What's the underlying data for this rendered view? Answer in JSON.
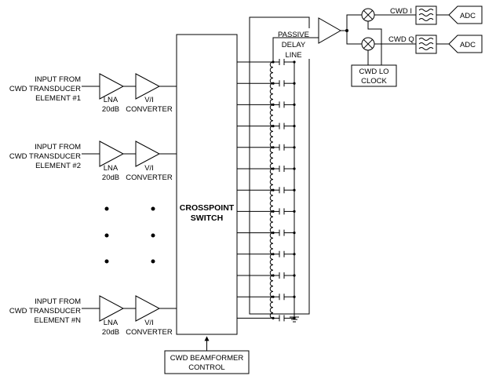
{
  "inputs": [
    {
      "line1": "INPUT FROM",
      "line2": "CWD TRANSDUCER",
      "line3": "ELEMENT #1"
    },
    {
      "line1": "INPUT FROM",
      "line2": "CWD TRANSDUCER",
      "line3": "ELEMENT #2"
    },
    {
      "line1": "INPUT FROM",
      "line2": "CWD TRANSDUCER",
      "line3": "ELEMENT #N"
    }
  ],
  "lna": {
    "name": "LNA",
    "gain": "20dB"
  },
  "vi": {
    "line1": "V/I",
    "line2": "CONVERTER"
  },
  "crosspoint": {
    "line1": "CROSSPOINT",
    "line2": "SWITCH"
  },
  "beamformer": {
    "line1": "CWD BEAMFORMER",
    "line2": "CONTROL"
  },
  "delay_line": {
    "line1": "PASSIVE",
    "line2": "DELAY",
    "line3": "LINE"
  },
  "channels": {
    "i": "CWD I",
    "q": "CWD Q"
  },
  "lo_clock": {
    "line1": "CWD LO",
    "line2": "CLOCK"
  },
  "adc": {
    "label": "ADC"
  },
  "tap_count": 13
}
